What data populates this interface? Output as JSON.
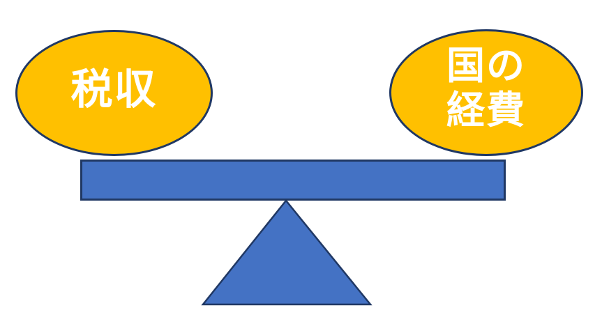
{
  "diagram": {
    "type": "balance-scale",
    "left_weight": {
      "label": "税収"
    },
    "right_weight": {
      "label_lines": [
        "国の",
        "経費"
      ]
    },
    "beam": {},
    "fulcrum": {},
    "colors": {
      "weight_fill": "#FFC000",
      "shape_border": "#203864",
      "beam_fill": "#4472C4",
      "label_text": "#FFFFFF",
      "background": "#FFFFFF"
    }
  }
}
